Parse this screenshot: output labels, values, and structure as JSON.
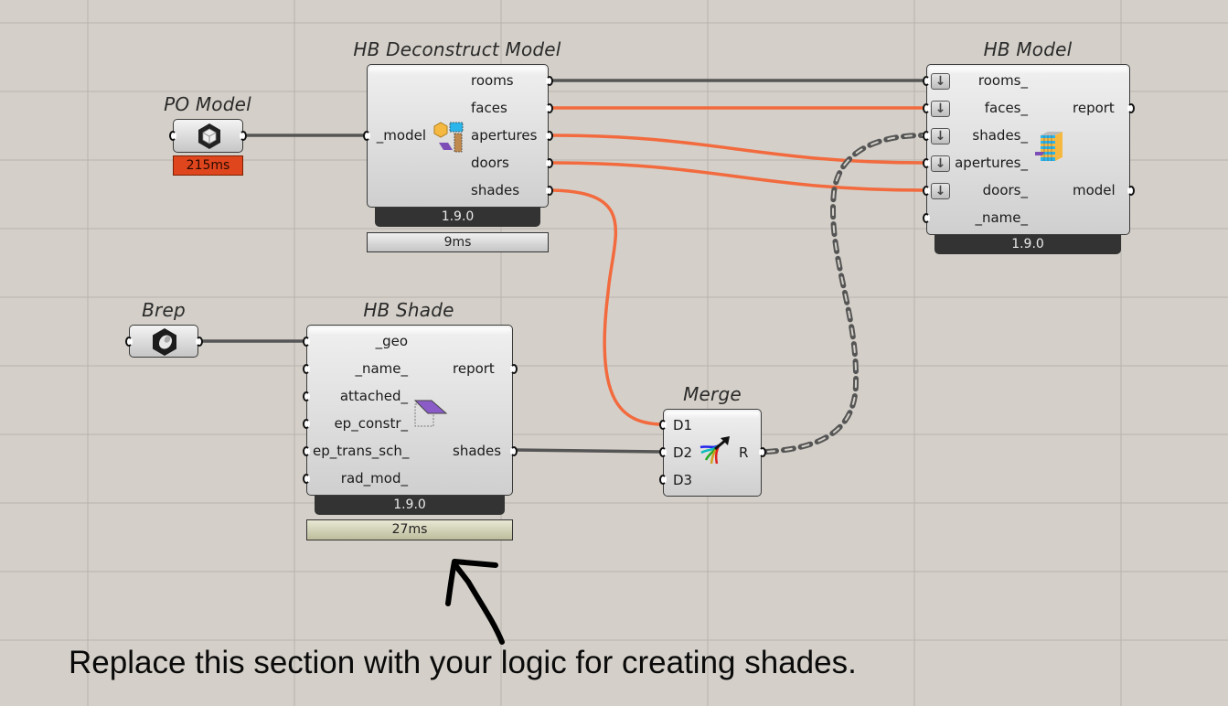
{
  "canvas": {
    "background": "#d4d0c9",
    "wire_colors": {
      "selected": "#f26a3d",
      "normal": "#555555",
      "list_dashed": "#555555"
    }
  },
  "components": {
    "po_model": {
      "title": "PO Model",
      "icon": "pollination-model-icon",
      "timer": "215ms"
    },
    "hb_deconstruct": {
      "title": "HB Deconstruct Model",
      "icon": "deconstruct-model-icon",
      "inputs": [
        "_model"
      ],
      "outputs": [
        "rooms",
        "faces",
        "apertures",
        "doors",
        "shades"
      ],
      "version": "1.9.0",
      "timer": "9ms"
    },
    "hb_model": {
      "title": "HB Model",
      "icon": "hb-model-building-icon",
      "inputs": [
        "rooms_",
        "faces_",
        "shades_",
        "apertures_",
        "doors_",
        "_name_"
      ],
      "inputs_flattened": [
        true,
        true,
        true,
        true,
        true,
        false
      ],
      "outputs": [
        "report",
        "model"
      ],
      "version": "1.9.0"
    },
    "brep": {
      "title": "Brep",
      "icon": "brep-icon"
    },
    "hb_shade": {
      "title": "HB Shade",
      "icon": "shade-icon",
      "inputs": [
        "_geo",
        "_name_",
        "attached_",
        "ep_constr_",
        "ep_trans_sch_",
        "rad_mod_"
      ],
      "outputs": [
        "report",
        "shades"
      ],
      "version": "1.9.0",
      "timer": "27ms"
    },
    "merge": {
      "title": "Merge",
      "icon": "merge-icon",
      "inputs": [
        "D1",
        "D2",
        "D3"
      ],
      "outputs": [
        "R"
      ]
    }
  },
  "wires": [
    {
      "from": "po_model.out",
      "to": "hb_deconstruct._model",
      "style": "normal"
    },
    {
      "from": "hb_deconstruct.rooms",
      "to": "hb_model.rooms_",
      "style": "normal"
    },
    {
      "from": "hb_deconstruct.faces",
      "to": "hb_model.faces_",
      "style": "selected"
    },
    {
      "from": "hb_deconstruct.apertures",
      "to": "hb_model.apertures_",
      "style": "selected"
    },
    {
      "from": "hb_deconstruct.doors",
      "to": "hb_model.doors_",
      "style": "selected"
    },
    {
      "from": "hb_deconstruct.shades",
      "to": "merge.D1",
      "style": "selected"
    },
    {
      "from": "brep.out",
      "to": "hb_shade._geo",
      "style": "normal"
    },
    {
      "from": "hb_shade.shades",
      "to": "merge.D2",
      "style": "normal"
    },
    {
      "from": "merge.R",
      "to": "hb_model.shades_",
      "style": "list_dashed"
    }
  ],
  "annotation": {
    "text": "Replace this section with your logic for creating shades.",
    "arrow": "arrow-up-left-icon"
  }
}
